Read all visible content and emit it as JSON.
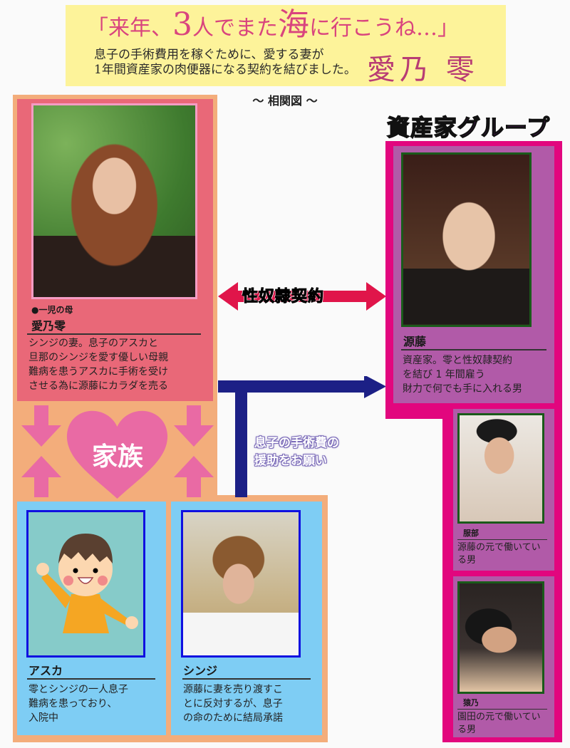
{
  "banner": {
    "quote_open": "「来年、",
    "quote_num": "3",
    "quote_mid": "人でまた",
    "quote_sea": "海",
    "quote_close": "に行こうね…」",
    "subtitle_line1": "息子の手術費用を稼ぐために、愛する妻が",
    "subtitle_line2": "1年間資産家の肉便器になる契約を結びました。",
    "actress": "愛乃 零",
    "quote_color": "#d9447e"
  },
  "chart_title": "〜 相関図 〜",
  "family": {
    "label": "家族",
    "frame_color": "#f3ad7b",
    "heart_color": "#e96aa4",
    "rei": {
      "subtitle": "●一児の母",
      "name": "愛乃零",
      "desc": [
        "シンジの妻。息子のアスカと",
        "旦那のシンジを愛す優しい母親",
        "難病を患うアスカに手術を受け",
        "させる為に源藤にカラダを売る"
      ],
      "card_color": "#e96878"
    },
    "asuka": {
      "name": "アスカ",
      "desc": [
        "零とシンジの一人息子",
        "難病を患っており、",
        "入院中"
      ],
      "card_color": "#7ecdf4"
    },
    "shinji": {
      "name": "シンジ",
      "desc": [
        "源藤に妻を売り渡すこ",
        "とに反対するが、息子",
        "の命のために結局承諾"
      ]
    }
  },
  "relations": {
    "contract": "性奴隷契約",
    "contract_color": "#e0154a",
    "request_line1": "息子の手術費の",
    "request_line2": "援助をお願い",
    "request_arrow_color": "#1c2086"
  },
  "rich_group": {
    "title": "資産家グループ",
    "frame_color": "#e2067e",
    "card_color": "#b15aa8",
    "genfuji": {
      "name": "源藤",
      "desc": [
        "資産家。零と性奴隷契約",
        "を結び 1 年間雇う",
        "財力で何でも手に入れる男"
      ]
    },
    "hattori": {
      "name": "服部",
      "desc": [
        "源藤の元で働いてい",
        "る男"
      ]
    },
    "sarno": {
      "name": "猿乃",
      "desc": [
        "園田の元で働いてい",
        "る男"
      ]
    }
  }
}
